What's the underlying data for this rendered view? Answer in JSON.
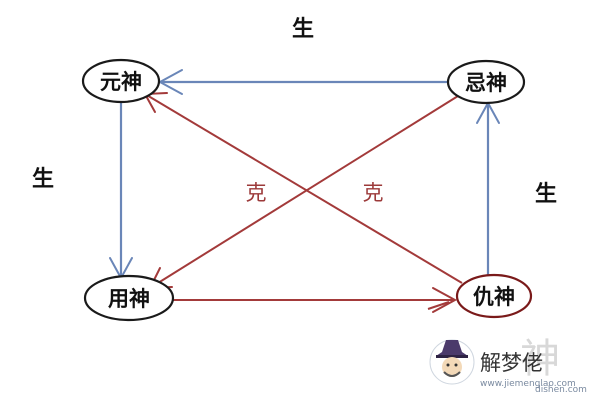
{
  "diagram": {
    "nodes": {
      "yuanshen": "元神",
      "jishen": "忌神",
      "yongshen": "用神",
      "choushen": "仇神"
    },
    "labels": {
      "sheng_top": "生",
      "sheng_left": "生",
      "sheng_right": "生",
      "ke_left": "克",
      "ke_right": "克"
    }
  },
  "watermark": {
    "site_name": "解梦佬",
    "site_url": "www.jiemenglao.com",
    "ghost_text": "神",
    "ghost_url": "dishen.com"
  },
  "colors": {
    "generating_edge": "#6a86b8",
    "restraining_edge": "#a33a3a",
    "label_red": "#9c3a3a"
  }
}
